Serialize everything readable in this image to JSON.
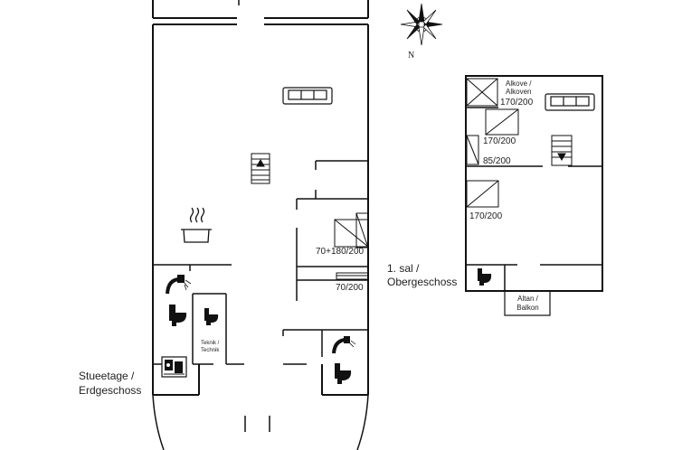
{
  "ground_floor": {
    "label_line1": "Stueetage /",
    "label_line2": "Erdgeschoss",
    "beds": {
      "bunk": "70+180/200",
      "single": "70/200"
    },
    "technik_line1": "Teknik /",
    "technik_line2": "Technik"
  },
  "upper_floor": {
    "label_line1": "1. sal /",
    "label_line2": "Obergeschoss",
    "alcove_line1": "Alkove /",
    "alcove_line2": "Alkoven",
    "beds": {
      "alcove": "170/200",
      "double": "170/200",
      "single": "85/200",
      "lower": "170/200"
    },
    "balcony_line1": "Altan /",
    "balcony_line2": "Balkon"
  },
  "compass": {
    "north_label": "N"
  },
  "icons": [
    "sofa-icon",
    "stairs-up-icon",
    "stairs-down-icon",
    "cooking-pot-icon",
    "shower-icon",
    "toilet-icon",
    "washing-machine-icon",
    "compass-rose-icon"
  ]
}
